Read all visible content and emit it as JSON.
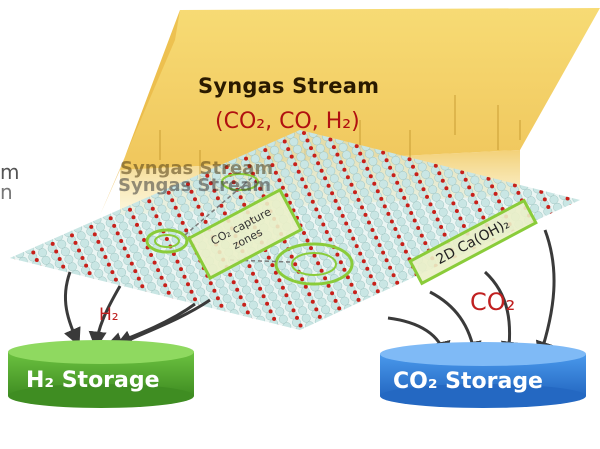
{
  "syngas": {
    "title": "Syngas Stream",
    "species": "(CO₂, CO, H₂)",
    "ghost_text": "Syngas Stream"
  },
  "ghost_left": [
    "m",
    "n"
  ],
  "labels": {
    "zones": "CO₂ capture zones",
    "material": "2D Ca(OH)₂",
    "h2_arrow": "H₂",
    "co2_arrow": "CO₂"
  },
  "storage": {
    "h2": "H₂ Storage",
    "co2": "CO₂ Storage"
  },
  "colors": {
    "syngas_box": "#f2c94c",
    "lattice_atom": "#c9e6e4",
    "lattice_oxygen": "#c8201a",
    "h2_storage": "#4a9d2a",
    "co2_storage": "#2f7fd8",
    "zone_ring": "#8acc3a",
    "arrow": "#3a3a3a"
  }
}
